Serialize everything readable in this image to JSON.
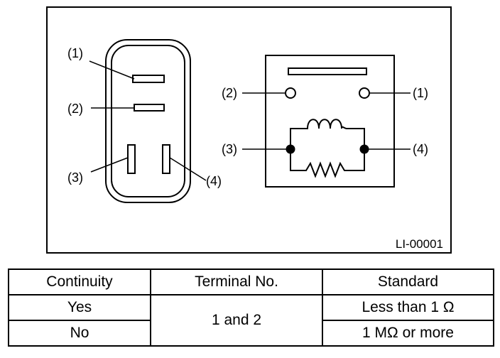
{
  "figure": {
    "code": "LI-00001",
    "connector_labels": [
      "(1)",
      "(2)",
      "(3)",
      "(4)"
    ],
    "relay_labels": [
      "(2)",
      "(1)",
      "(3)",
      "(4)"
    ]
  },
  "table": {
    "headers": [
      "Continuity",
      "Terminal No.",
      "Standard"
    ],
    "rows": [
      {
        "continuity": "Yes",
        "terminal": "1 and 2",
        "standard": "Less than 1 Ω"
      },
      {
        "continuity": "No",
        "terminal": "1 and 2",
        "standard": "1 MΩ or more"
      }
    ]
  }
}
